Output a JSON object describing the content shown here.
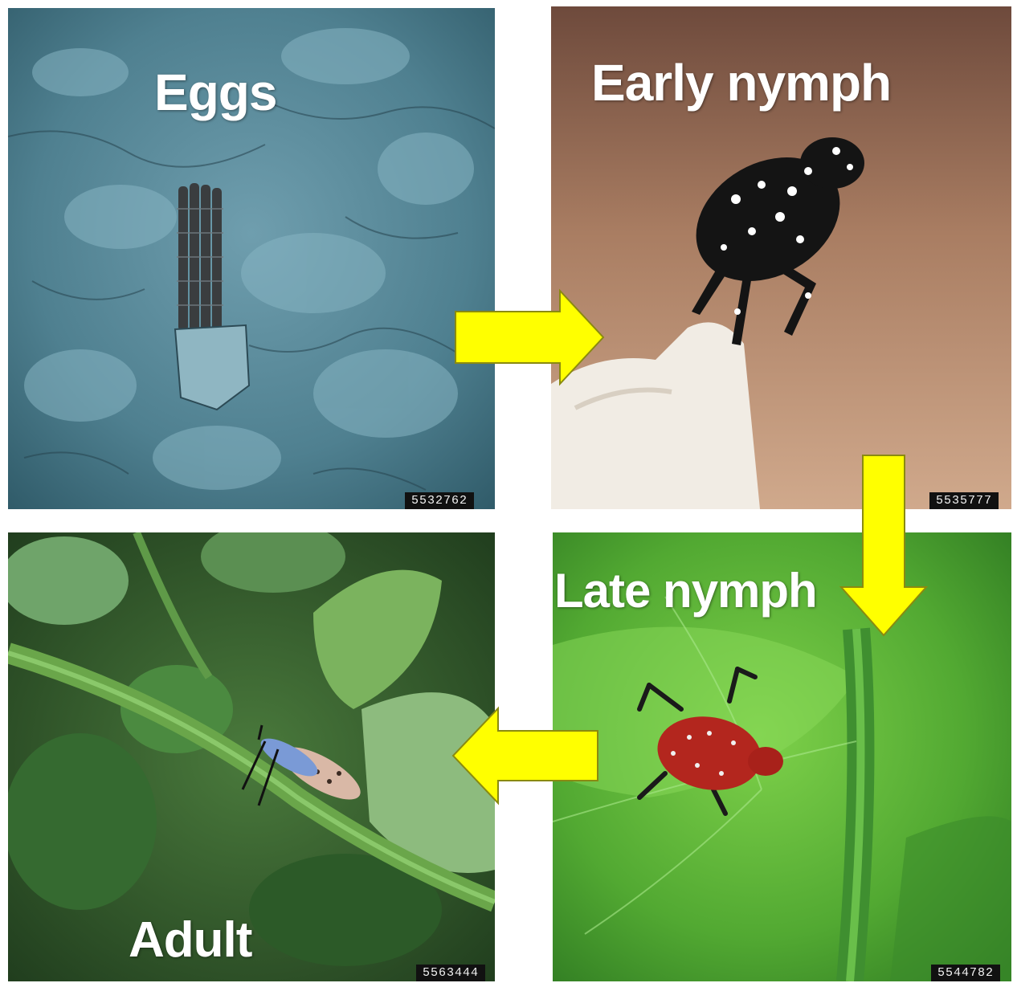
{
  "stages": {
    "eggs": {
      "label": "Eggs",
      "image_id": "5532762"
    },
    "early_nymph": {
      "label": "Early nymph",
      "image_id": "5535777"
    },
    "late_nymph": {
      "label": "Late nymph",
      "image_id": "5544782"
    },
    "adult": {
      "label": "Adult",
      "image_id": "5563444"
    }
  },
  "colors": {
    "arrow_fill": "#ffff00",
    "arrow_stroke": "#8a8a10",
    "label_text": "#ffffff",
    "id_tag_bg": "#111111"
  },
  "icons": {
    "flow_arrow_1": "arrow-right-icon",
    "flow_arrow_2": "arrow-down-icon",
    "flow_arrow_3": "arrow-left-icon"
  }
}
